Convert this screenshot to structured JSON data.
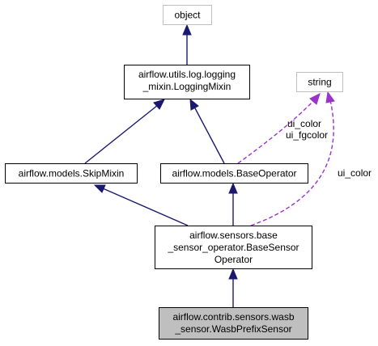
{
  "diagram": {
    "nodes": {
      "object": {
        "label": "object"
      },
      "logging_mixin": {
        "lines": [
          "airflow.utils.log.logging",
          "_mixin.LoggingMixin"
        ]
      },
      "string": {
        "label": "string"
      },
      "skip_mixin": {
        "label": "airflow.models.SkipMixin"
      },
      "base_operator": {
        "label": "airflow.models.BaseOperator"
      },
      "base_sensor": {
        "lines": [
          "airflow.sensors.base",
          "_sensor_operator.BaseSensor",
          "Operator"
        ]
      },
      "wasb_prefix": {
        "lines": [
          "airflow.contrib.sensors.wasb",
          "_sensor.WasbPrefixSensor"
        ]
      }
    },
    "edge_labels": {
      "base_operator_ui_color": "ui_color",
      "base_operator_ui_fgcolor": "ui_fgcolor",
      "base_sensor_ui_color": "ui_color"
    },
    "colors": {
      "inheritance": "#191970",
      "usage": "#9a32cd",
      "highlight_fill": "#bfbfbf",
      "ghost_border": "#bfbfbf"
    }
  }
}
